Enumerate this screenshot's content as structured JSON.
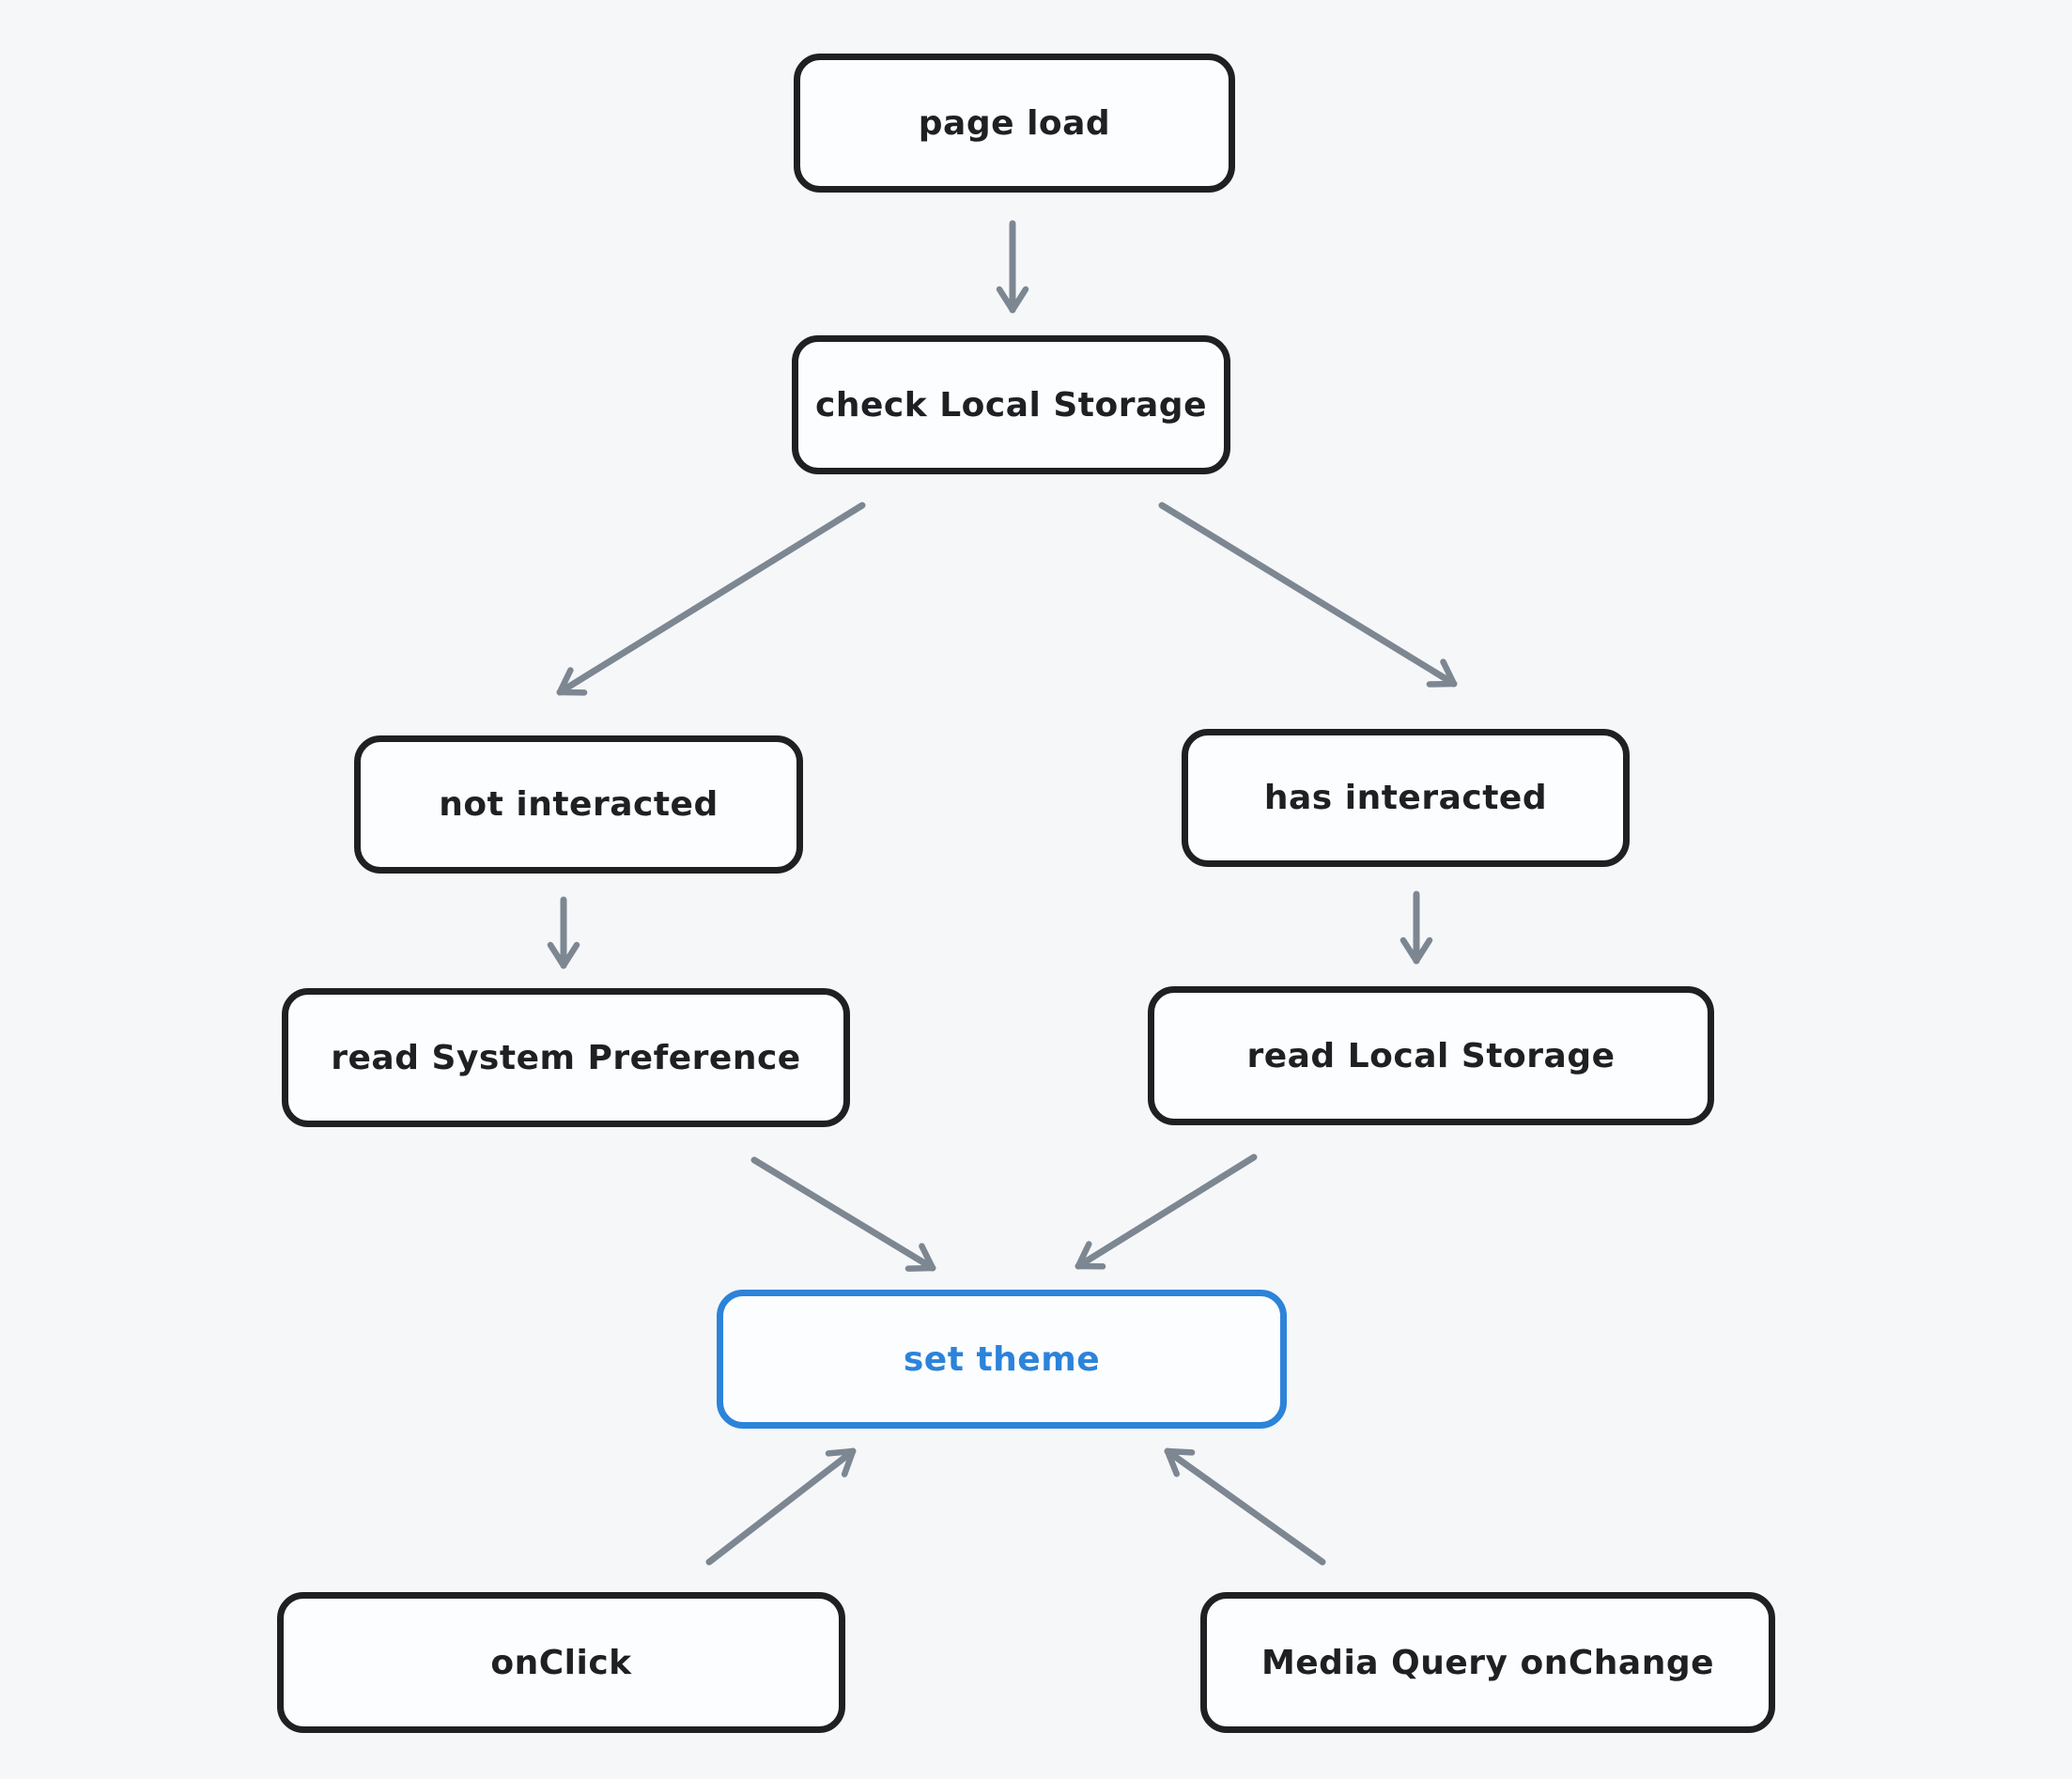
{
  "diagram": {
    "nodes": {
      "page_load": {
        "label": "page load"
      },
      "check_local_storage": {
        "label": "check Local Storage"
      },
      "not_interacted": {
        "label": "not interacted"
      },
      "has_interacted": {
        "label": "has interacted"
      },
      "read_system_preference": {
        "label": "read System Preference"
      },
      "read_local_storage": {
        "label": "read Local Storage"
      },
      "set_theme": {
        "label": "set theme"
      },
      "on_click": {
        "label": "onClick"
      },
      "media_query_onchange": {
        "label": "Media Query onChange"
      }
    },
    "edges": [
      {
        "from": "page_load",
        "to": "check_local_storage"
      },
      {
        "from": "check_local_storage",
        "to": "not_interacted"
      },
      {
        "from": "check_local_storage",
        "to": "has_interacted"
      },
      {
        "from": "not_interacted",
        "to": "read_system_preference"
      },
      {
        "from": "has_interacted",
        "to": "read_local_storage"
      },
      {
        "from": "read_system_preference",
        "to": "set_theme"
      },
      {
        "from": "read_local_storage",
        "to": "set_theme"
      },
      {
        "from": "on_click",
        "to": "set_theme"
      },
      {
        "from": "media_query_onchange",
        "to": "set_theme"
      }
    ],
    "colors": {
      "background": "#f6f7f9",
      "node_stroke": "#1f2023",
      "node_fill": "#fcfdfe",
      "text": "#1f2023",
      "accent_blue": "#2c83da",
      "arrow_gray": "#7d8792"
    }
  }
}
